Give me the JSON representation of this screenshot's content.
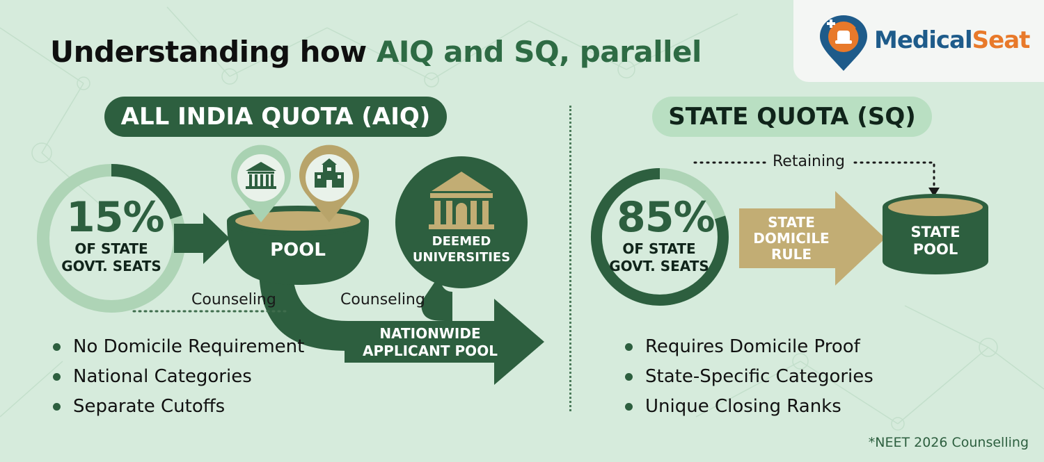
{
  "title": {
    "part1": "Understanding how ",
    "part2": "AIQ and SQ, parallel"
  },
  "logo": {
    "text_part1": "Medical",
    "text_part2": "Seat"
  },
  "aiq": {
    "heading": "ALL INDIA QUOTA (AIQ)",
    "percent": "15%",
    "percent_label_line1": "OF STATE",
    "percent_label_line2": "GOVT. SEATS",
    "pool_label": "POOL",
    "deemed_line1": "DEEMED",
    "deemed_line2": "UNIVERSITIES",
    "counseling_left": "Counseling",
    "counseling_right": "Counseling",
    "nationwide_line1": "NATIONWIDE",
    "nationwide_line2": "APPLICANT POOL",
    "bullets": [
      "No Domicile Requirement",
      "National Categories",
      "Separate Cutoffs"
    ]
  },
  "sq": {
    "heading": "STATE QUOTA (SQ)",
    "percent": "85%",
    "percent_label_line1": "OF STATE",
    "percent_label_line2": "GOVT. SEATS",
    "retaining": "Retaining",
    "rule_line1": "STATE",
    "rule_line2": "DOMICILE",
    "rule_line3": "RULE",
    "pool_line1": "STATE",
    "pool_line2": "POOL",
    "bullets": [
      "Requires Domicile Proof",
      "State-Specific Categories",
      "Unique Closing Ranks"
    ]
  },
  "footnote": "*NEET 2026 Counselling",
  "colors": {
    "background": "#d6ebdc",
    "dark_green": "#2d5f3f",
    "light_green": "#a9d2b2",
    "gold": "#b8a46a",
    "tan": "#c2ad74",
    "brand_blue": "#1e5b8a",
    "brand_orange": "#e8792a"
  },
  "icons": [
    "government-building-icon",
    "school-building-icon",
    "university-columns-icon",
    "medical-seat-logo-icon"
  ]
}
